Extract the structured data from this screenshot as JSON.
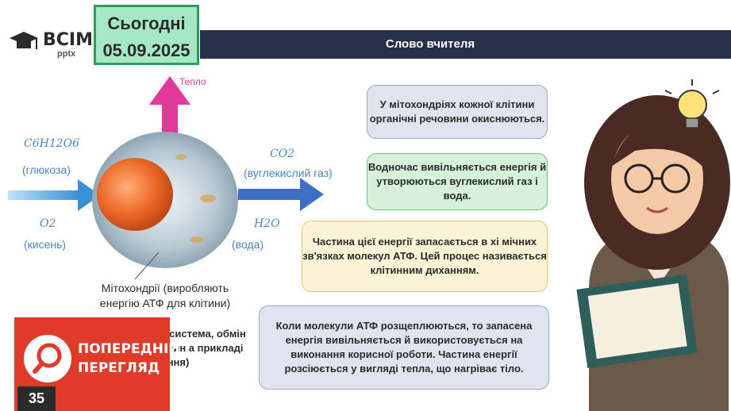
{
  "header": {
    "logo_text": "ВСІМ",
    "logo_sub": "pptx",
    "date_label": "Сьогодні",
    "date_value": "05.09.2025",
    "title": "Слово вчителя"
  },
  "diagram": {
    "input1_formula": "C6H12O6",
    "input1_label": "(глюкоза)",
    "input2_formula": "O2",
    "input2_label": "(кисень)",
    "output1_formula": "CO2",
    "output1_label": "(вуглекислий газ)",
    "output2_formula": "H2O",
    "output2_label": "(вода)",
    "heat_label": "Тепло",
    "caption": "Мітохондрії (виробляють енергію АТФ для клітини)",
    "caption_continued": "рита система, обмін речовин а прикладі дихання)"
  },
  "boxes": [
    {
      "text": "У мітохондріях кожної клітини органічні речовини окиснюються."
    },
    {
      "text": "Водночас вивільняється енергія й утворюються вуглекислий газ і вода."
    },
    {
      "text": "Частина цієї енергії запасається в хі мічних зв'язках молекул АТФ. Цей процес називається клітинним диханням."
    },
    {
      "text": "Коли молекули АТФ розщеплюються, то запасена енергія вивільняється й використовується на виконання корисної роботи. Частина енергії розсіюється у вигляді тепла, що нагріває тіло."
    }
  ],
  "preview_banner": {
    "line1": "ПОПЕРЕДНІЙ",
    "line2": "ПЕРЕГЛЯД"
  },
  "slide_number": "35",
  "colors": {
    "title_bar": "#29304a",
    "date_bg": "#a5e8c5",
    "arrow_blue": "#3a8fd6",
    "arrow_pink": "#e0399a",
    "preview_red": "#e03a2a"
  }
}
